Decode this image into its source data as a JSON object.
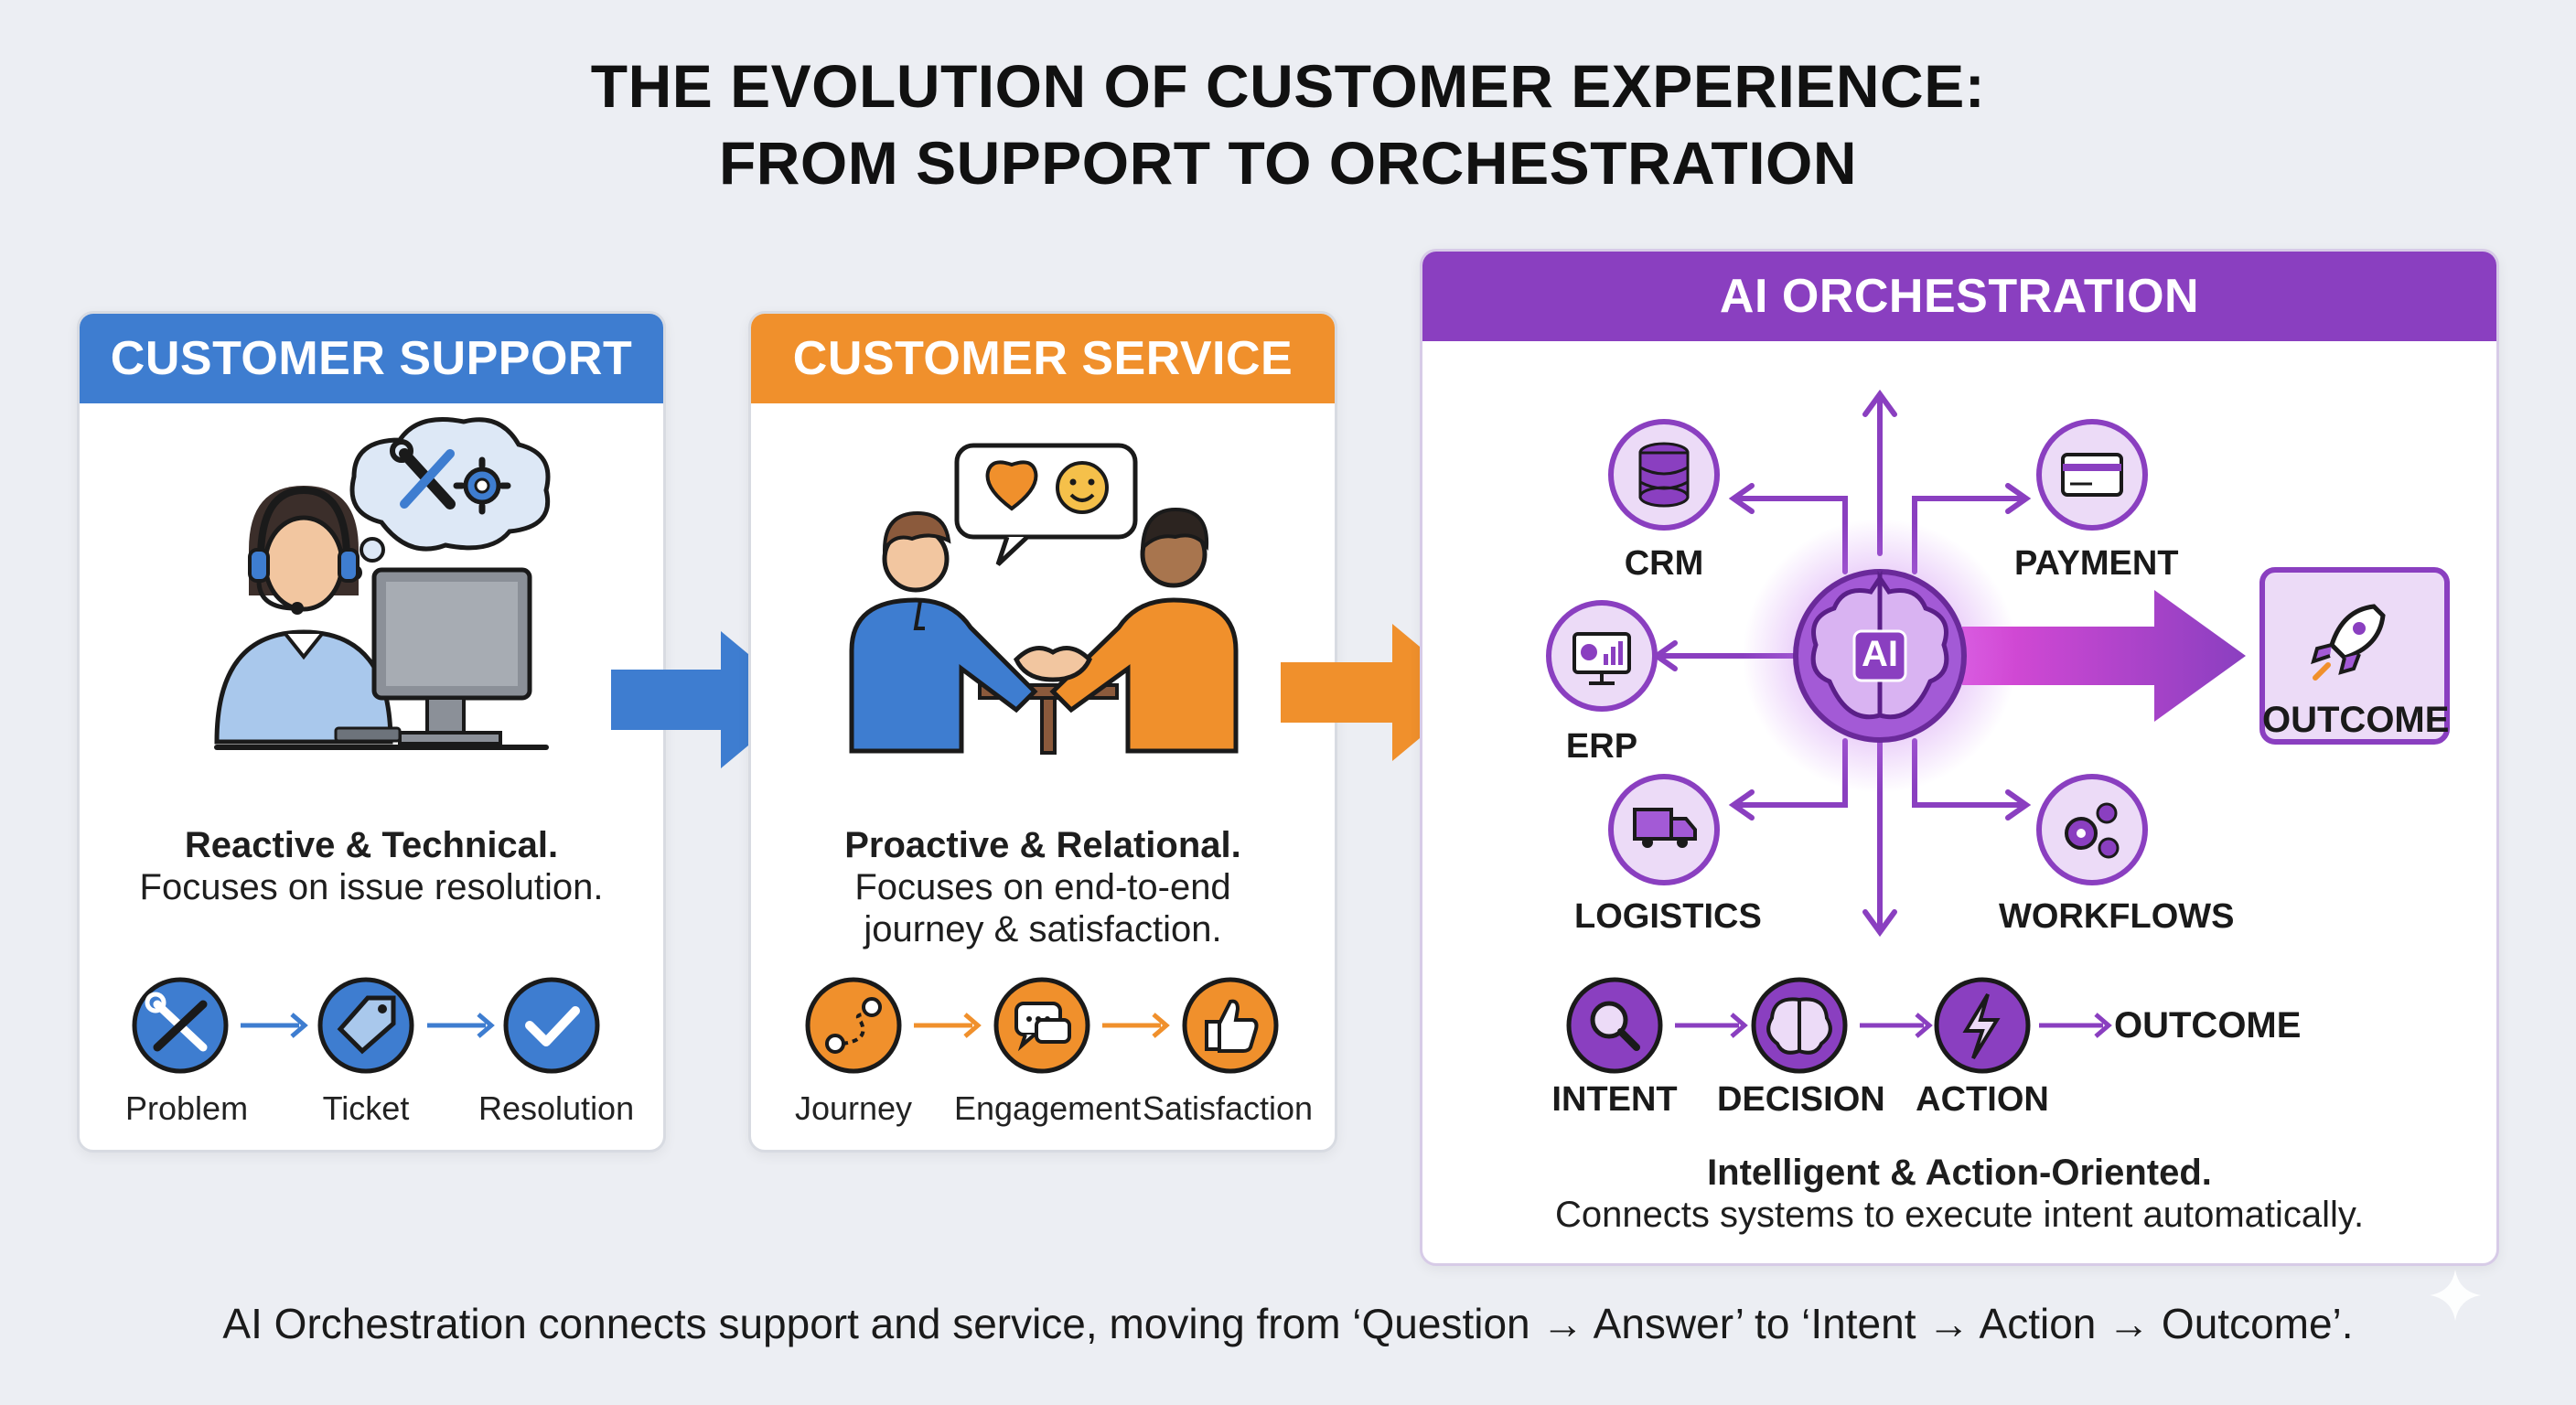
{
  "title_line1": "THE EVOLUTION OF CUSTOMER EXPERIENCE:",
  "title_line2": "FROM SUPPORT TO ORCHESTRATION",
  "support": {
    "header": "CUSTOMER SUPPORT",
    "desc_bold": "Reactive & Technical.",
    "desc": "Focuses on issue resolution.",
    "flow": [
      "Problem",
      "Ticket",
      "Resolution"
    ]
  },
  "service": {
    "header": "CUSTOMER SERVICE",
    "desc_bold": "Proactive & Relational.",
    "desc_line1": "Focuses on end-to-end",
    "desc_line2": "journey & satisfaction.",
    "flow": [
      "Journey",
      "Engagement",
      "Satisfaction"
    ]
  },
  "orchestration": {
    "header": "AI ORCHESTRATION",
    "hub_label": "AI",
    "nodes": {
      "crm": "CRM",
      "payment": "PAYMENT",
      "erp": "ERP",
      "logistics": "LOGISTICS",
      "workflows": "WORKFLOWS",
      "outcome": "OUTCOME"
    },
    "flow": [
      "INTENT",
      "DECISION",
      "ACTION",
      "OUTCOME"
    ],
    "desc_bold": "Intelligent & Action-Oriented.",
    "desc": "Connects systems to execute intent automatically."
  },
  "colors": {
    "support_blue": "#3e7dd0",
    "service_orange": "#f0902c",
    "orchestration_purple": "#8a3fc0"
  },
  "footer": "AI Orchestration connects support and service, moving from ‘Question → Answer’ to ‘Intent → Action → Outcome’."
}
